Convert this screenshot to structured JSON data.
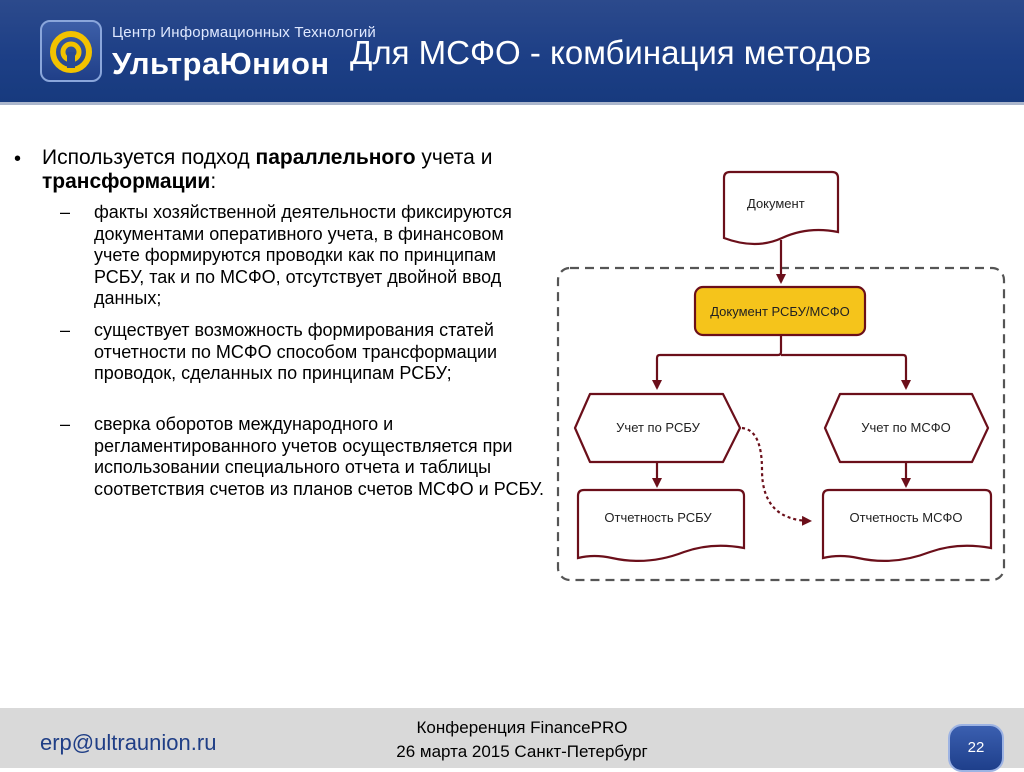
{
  "header": {
    "logo_name": "ultraunion-logo-icon",
    "brand_subtitle": "Центр Информационных Технологий",
    "brand_name": "УльтраЮнион",
    "title": "Для МСФО - комбинация методов"
  },
  "main": {
    "bullet": {
      "part1": "Используется подход ",
      "bold1": "параллельного",
      "part2": " учета и ",
      "bold2": "трансформации",
      "part3": ":"
    },
    "subitems": [
      "факты хозяйственной деятельности фиксируются документами оперативного учета, в финансовом учете формируются проводки как по принципам РСБУ, так и по МСФО, отсутствует двойной ввод данных;",
      "существует возможность формирования статей отчетности по МСФО способом трансформации проводок, сделанных по принципам РСБУ;",
      "сверка оборотов международного и регламентированного  учетов осуществляется при использовании специального отчета и таблицы соответствия счетов из планов счетов МСФО и РСБУ."
    ]
  },
  "diagram": {
    "document": "Документ",
    "document_rsbu_msfo": "Документ РСБУ/МСФО",
    "account_rsbu": "Учет по РСБУ",
    "account_msfo": "Учет по МСФО",
    "report_rsbu": "Отчетность РСБУ",
    "report_msfo": "Отчетность МСФО",
    "colors": {
      "stroke": "#6b0f1a",
      "highlight": "#f5c41b"
    }
  },
  "footer": {
    "email": "erp@ultraunion.ru",
    "conference": "Конференция FinancePRO",
    "date_place": "26 марта 2015  Санкт-Петербург",
    "page_number": "22"
  }
}
